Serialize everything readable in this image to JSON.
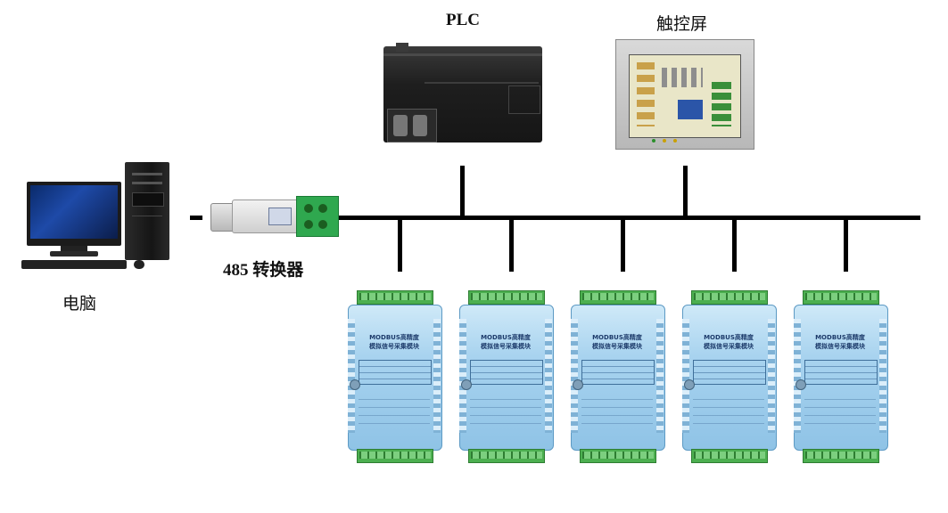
{
  "labels": {
    "plc": "PLC",
    "hmi": "触控屏",
    "converter": "485 转换器",
    "pc": "电脑"
  },
  "module": {
    "title_line1": "MODBUS高精度",
    "title_line2": "模拟信号采集模块"
  },
  "colors": {
    "bus": "#000000",
    "terminal_green": "#4caf50",
    "module_blue": "#a8d3ef"
  }
}
